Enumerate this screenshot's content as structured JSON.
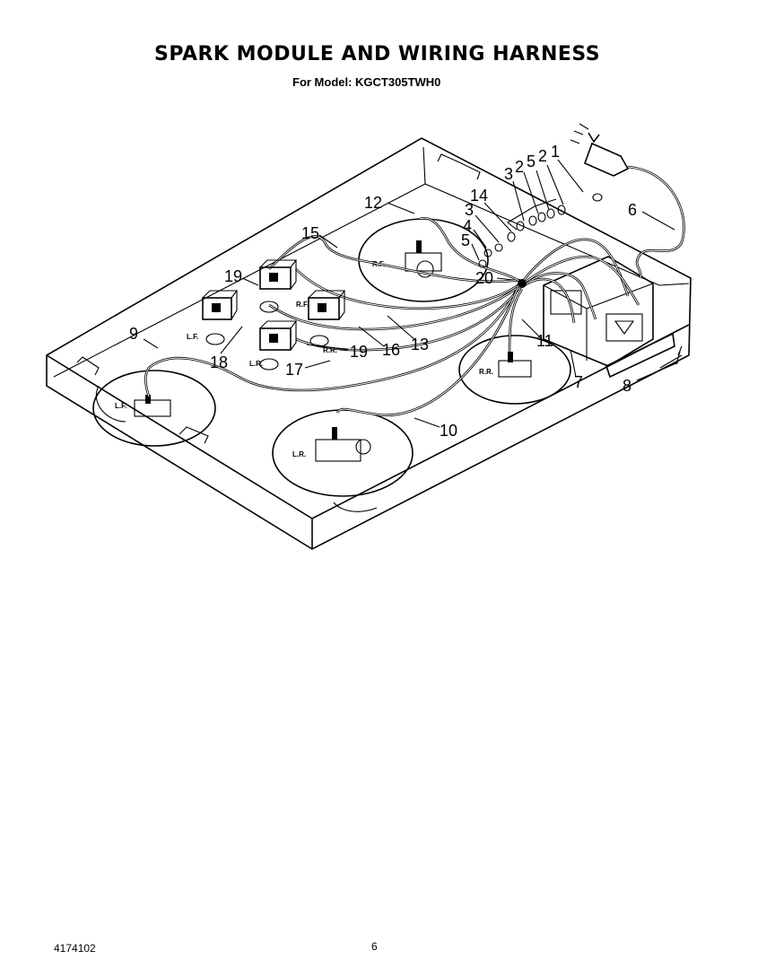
{
  "header": {
    "title": "SPARK MODULE AND WIRING HARNESS",
    "model_line": "For Model: KGCT305TWH0"
  },
  "footer": {
    "document_code": "4174102",
    "page_number": "6"
  },
  "burner_tags": {
    "right_front": "R.F.",
    "left_front": "L.F.",
    "left_rear": "L.R.",
    "right_rear": "R.R."
  },
  "switch_tags": {
    "left_front": "L.F.",
    "left_rear": "L.R.",
    "right_front": "R.F.",
    "right_rear": "R.R."
  },
  "callouts": {
    "c1": "1",
    "c2a": "2",
    "c5a": "5",
    "c2b": "2",
    "c3a": "3",
    "c14": "14",
    "c3b": "3",
    "c4": "4",
    "c5b": "5",
    "c12": "12",
    "c6": "6",
    "c15": "15",
    "c20": "20",
    "c19a": "19",
    "c9": "9",
    "c18": "18",
    "c17": "17",
    "c19b": "19",
    "c16": "16",
    "c13": "13",
    "c11": "11",
    "c7": "7",
    "c8": "8",
    "c10": "10"
  }
}
